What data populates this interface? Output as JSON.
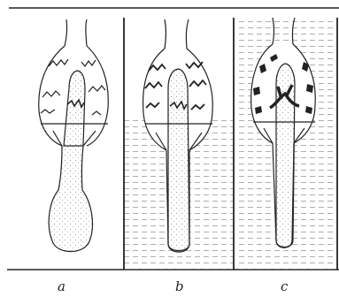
{
  "figure": {
    "panels": [
      {
        "label": "a",
        "water_level": "none"
      },
      {
        "label": "b",
        "water_level": "mid"
      },
      {
        "label": "c",
        "water_level": "full"
      }
    ]
  }
}
